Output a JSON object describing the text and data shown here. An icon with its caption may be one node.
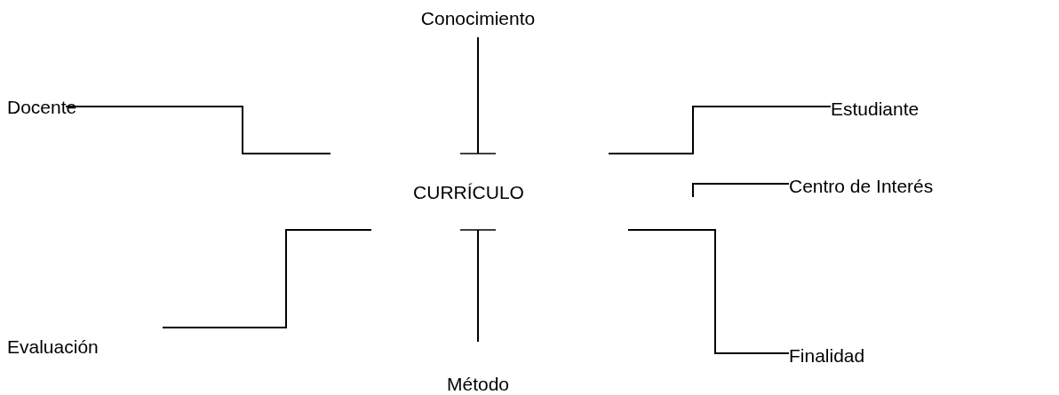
{
  "diagram": {
    "nodes": [
      {
        "text": [
          "CURRÍCULO"
        ]
      },
      {
        "text": [
          "Conocimiento"
        ]
      },
      {
        "text": [
          "Docente"
        ]
      },
      {
        "text": [
          "Estudiante"
        ]
      },
      {
        "text": [
          "Centro de Interés"
        ]
      },
      {
        "text": [
          "Evaluación"
        ]
      },
      {
        "text": [
          "Método"
        ]
      },
      {
        "text": [
          "Finalidad"
        ]
      }
    ],
    "edges": [
      {
        "from": 1,
        "to": 0,
        "arrow": "other"
      },
      {
        "from": 2,
        "to": null,
        "arrow": "none"
      },
      {
        "from": 3,
        "to": null,
        "arrow": "none"
      },
      {
        "from": 4,
        "to": null,
        "arrow": "none"
      },
      {
        "from": 5,
        "to": null,
        "arrow": "none"
      },
      {
        "from": 6,
        "to": 0,
        "arrow": "other"
      },
      {
        "from": 7,
        "to": null,
        "arrow": "none"
      }
    ]
  }
}
